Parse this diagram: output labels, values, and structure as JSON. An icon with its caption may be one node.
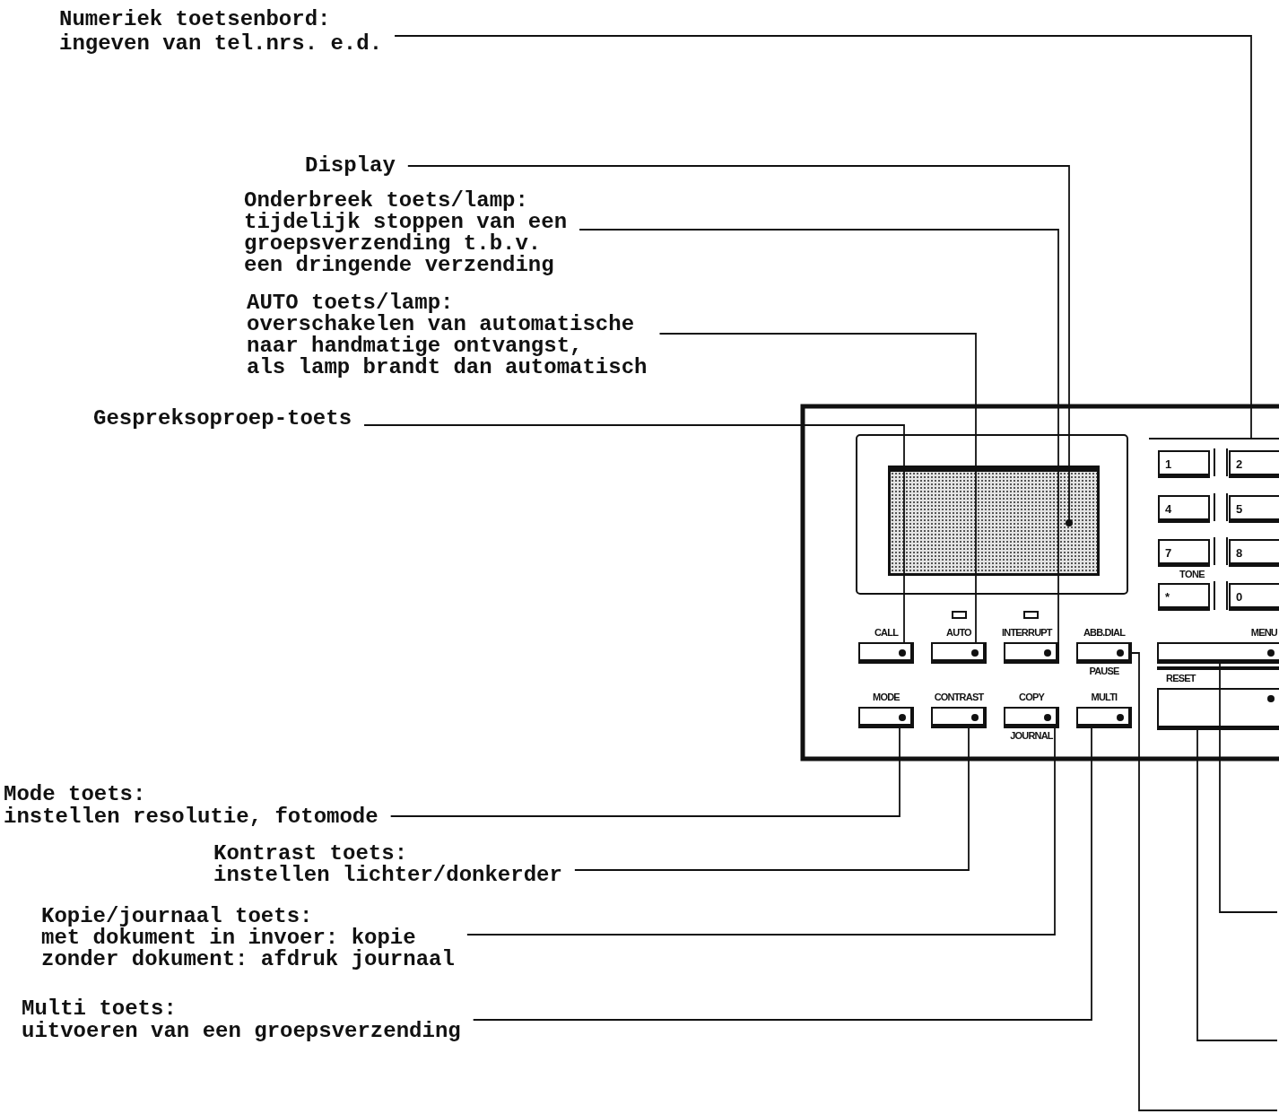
{
  "diagram": {
    "nodes": [
      {
        "text": [
          "Numeriek toetsenbord:",
          "ingeven van tel.nrs. e.d."
        ]
      },
      {
        "text": [
          "Display"
        ]
      },
      {
        "text": [
          "Onderbreek toets/lamp:",
          "tijdelijk stoppen van een groepsverzending t.b.v. een dringende verzending"
        ]
      },
      {
        "text": [
          "AUTO toets/lamp:",
          "overschakelen van automatische naar handmatige ontvangst, als lamp brandt dan automatisch"
        ]
      },
      {
        "text": [
          "Gespreksoproep-toets"
        ]
      },
      {
        "text": [
          "Mode toets:",
          "instellen resolutie, fotomode"
        ]
      },
      {
        "text": [
          "Kontrast toets:",
          "instellen lichter/donkerder"
        ]
      },
      {
        "text": [
          "Kopie/journaal toets:",
          "met dokument in invoer: kopie zonder dokument: afdruk journaal"
        ]
      },
      {
        "text": [
          "Multi toets:",
          "uitvoeren van een groepsverzending"
        ]
      },
      {
        "text": [],
        "shape": "box"
      },
      {
        "text": [],
        "shape": "box"
      },
      {
        "text": [
          "CALL"
        ]
      },
      {
        "text": [
          "AUTO"
        ]
      },
      {
        "text": [
          "INTERRUPT"
        ]
      },
      {
        "text": [
          "ABB.DIAL",
          "PAUSE"
        ]
      },
      {
        "text": [
          "MODE"
        ]
      },
      {
        "text": [
          "CONTRAST"
        ]
      },
      {
        "text": [
          "COPY",
          "JOURNAL"
        ]
      },
      {
        "text": [
          "MULTI"
        ]
      },
      {
        "text": [
          "MENU"
        ]
      },
      {
        "text": [
          "RESET"
        ]
      }
    ],
    "edges": [
      {
        "from": 0,
        "to": 10,
        "arrow": "none"
      },
      {
        "from": 1,
        "to": 9,
        "arrow": "other"
      },
      {
        "from": 2,
        "to": 13,
        "arrow": "none"
      },
      {
        "from": 3,
        "to": 12,
        "arrow": "none"
      },
      {
        "from": 4,
        "to": 11,
        "arrow": "none"
      },
      {
        "from": 5,
        "to": 15,
        "arrow": "none"
      },
      {
        "from": 6,
        "to": 16,
        "arrow": "none"
      },
      {
        "from": 7,
        "to": 17,
        "arrow": "none"
      },
      {
        "from": 8,
        "to": 18,
        "arrow": "none"
      },
      {
        "from": 19,
        "to": null,
        "arrow": "none"
      },
      {
        "from": 20,
        "to": null,
        "arrow": "none"
      },
      {
        "from": 14,
        "to": null,
        "arrow": "none"
      }
    ],
    "labels": [
      "1",
      "2",
      "4",
      "5",
      "7",
      "8",
      "TONE",
      "*",
      "0"
    ]
  }
}
